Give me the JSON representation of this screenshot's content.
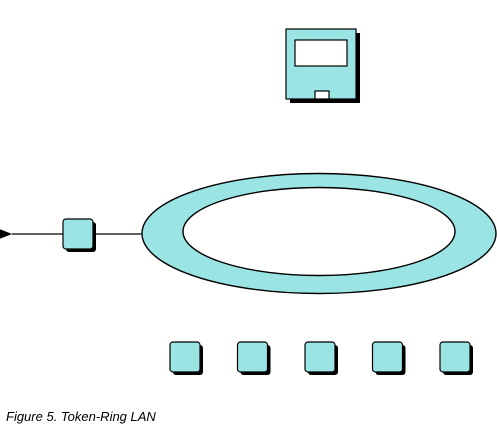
{
  "figure": {
    "caption": "Figure 5. Token-Ring LAN"
  },
  "colors": {
    "fill": "#9ae5e4",
    "stroke": "#000000",
    "shadow": "#000000",
    "background": "#ffffff"
  },
  "nodes": {
    "terminal": "terminal-icon",
    "ring": "token-ring",
    "attached_station": "station-icon",
    "stations_row_count": 5
  }
}
